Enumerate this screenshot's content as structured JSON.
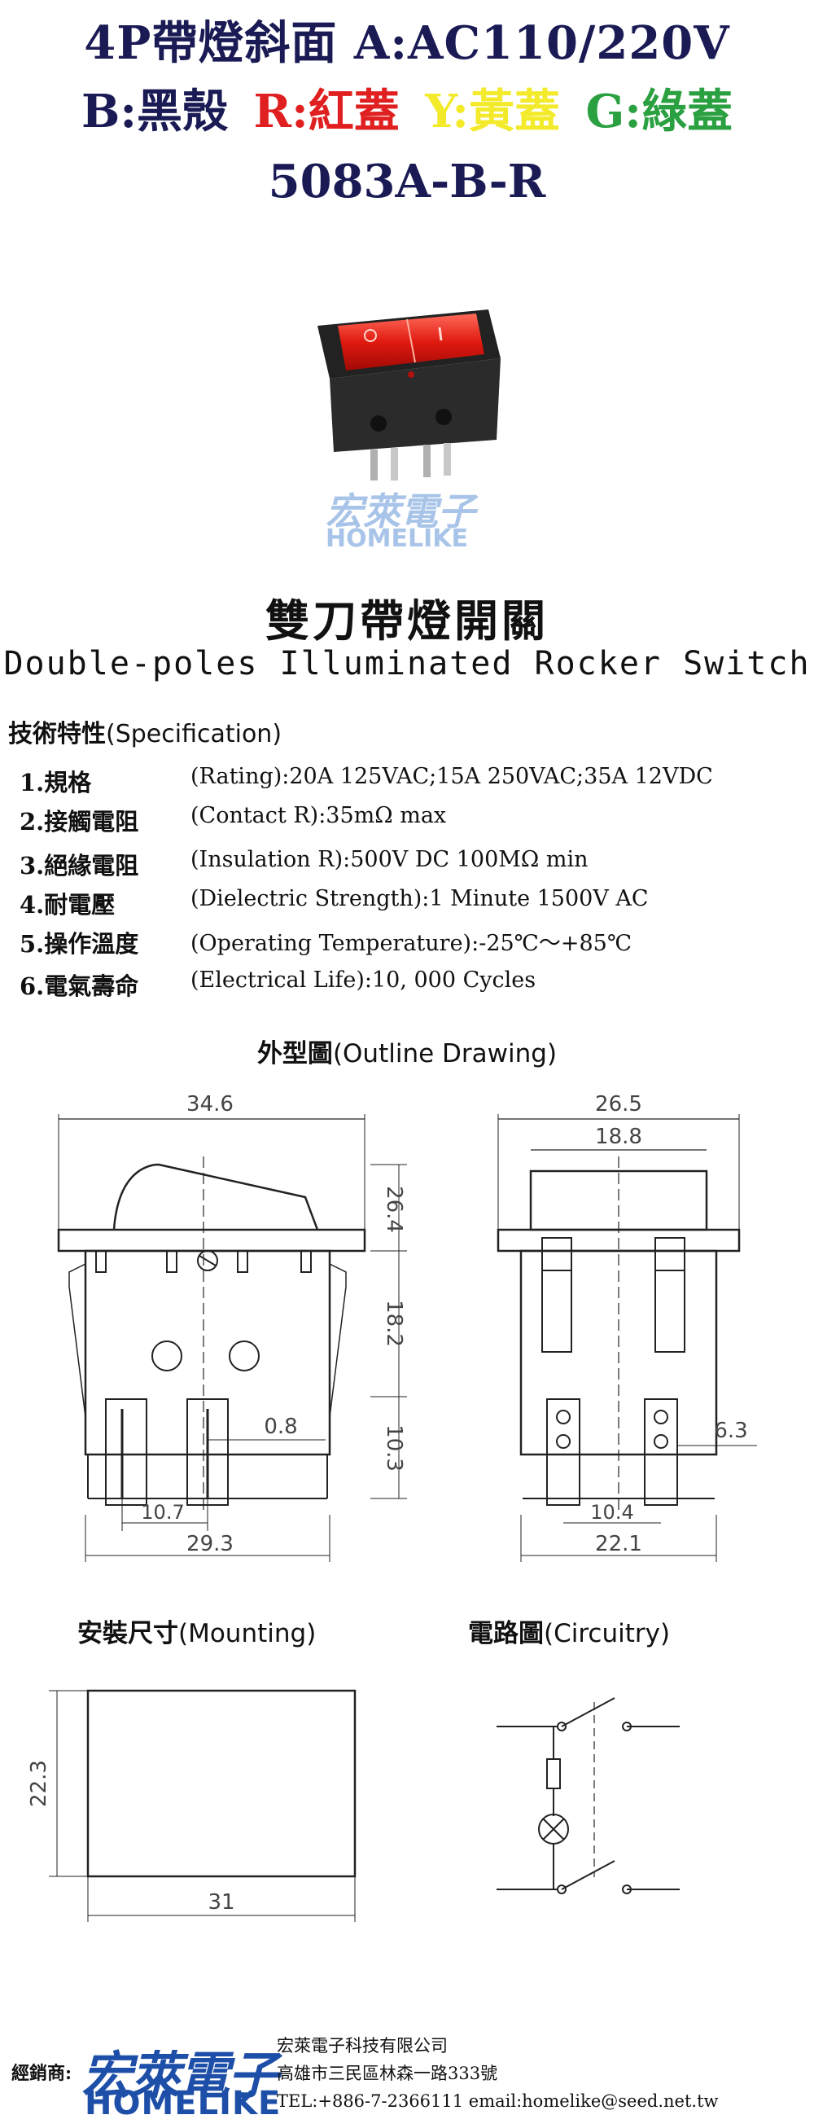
{
  "header": {
    "line1": "4P帶燈斜面 A:AC110/220V",
    "line2": [
      {
        "text": "B:黑殼",
        "color": "#1a1a55"
      },
      {
        "text": "R:紅蓋",
        "color": "#e02020"
      },
      {
        "text": "Y:黃蓋",
        "color": "#f2ea2a"
      },
      {
        "text": "G:綠蓋",
        "color": "#2aa040"
      }
    ],
    "model": "5083A-B-R"
  },
  "watermark": {
    "cn": "宏萊電子",
    "en": "HOMELIKE"
  },
  "title_cn": "雙刀帶燈開關",
  "title_en": "Double-poles Illuminated Rocker Switch",
  "spec": {
    "heading_cn": "技術特性",
    "heading_en": "(Specification)",
    "items": [
      {
        "key": "1.規格",
        "value": "(Rating):20A 125VAC;15A 250VAC;35A 12VDC"
      },
      {
        "key": "2.接觸電阻",
        "value": "(Contact R):35mΩ max"
      },
      {
        "key": "3.絕緣電阻",
        "value": "(Insulation R):500V DC  100MΩ min"
      },
      {
        "key": "4.耐電壓",
        "value": "(Dielectric Strength):1 Minute 1500V AC"
      },
      {
        "key": "5.操作溫度",
        "value": "(Operating Temperature):-25℃～+85℃"
      },
      {
        "key": "6.電氣壽命",
        "value": "(Electrical Life):10, 000 Cycles"
      }
    ]
  },
  "outline": {
    "caption_cn": "外型圖",
    "caption_en": "(Outline Drawing)",
    "dims_front": {
      "width": "34.6",
      "rocker": "26.4",
      "body": "18.2",
      "pin": "10.3",
      "pin_thick": "0.8",
      "pin_pitch": "10.7",
      "base": "29.3"
    },
    "dims_side": {
      "width": "26.5",
      "top": "18.8",
      "pin": "6.3",
      "pin_pitch": "10.4",
      "base": "22.1"
    }
  },
  "mounting": {
    "caption_cn": "安裝尺寸",
    "caption_en": "(Mounting)",
    "h": "22.3",
    "w": "31"
  },
  "circuit": {
    "caption_cn": "電路圖",
    "caption_en": "(Circuitry)"
  },
  "footer": {
    "label": "經銷商:",
    "brand_cn": "宏萊電子",
    "brand_en": "HOMELIKE",
    "company": "宏萊電子科技有限公司",
    "address": "高雄市三民區林森一路333號",
    "contact": "TEL:+886-7-2366111   email:homelike@seed.net.tw"
  }
}
